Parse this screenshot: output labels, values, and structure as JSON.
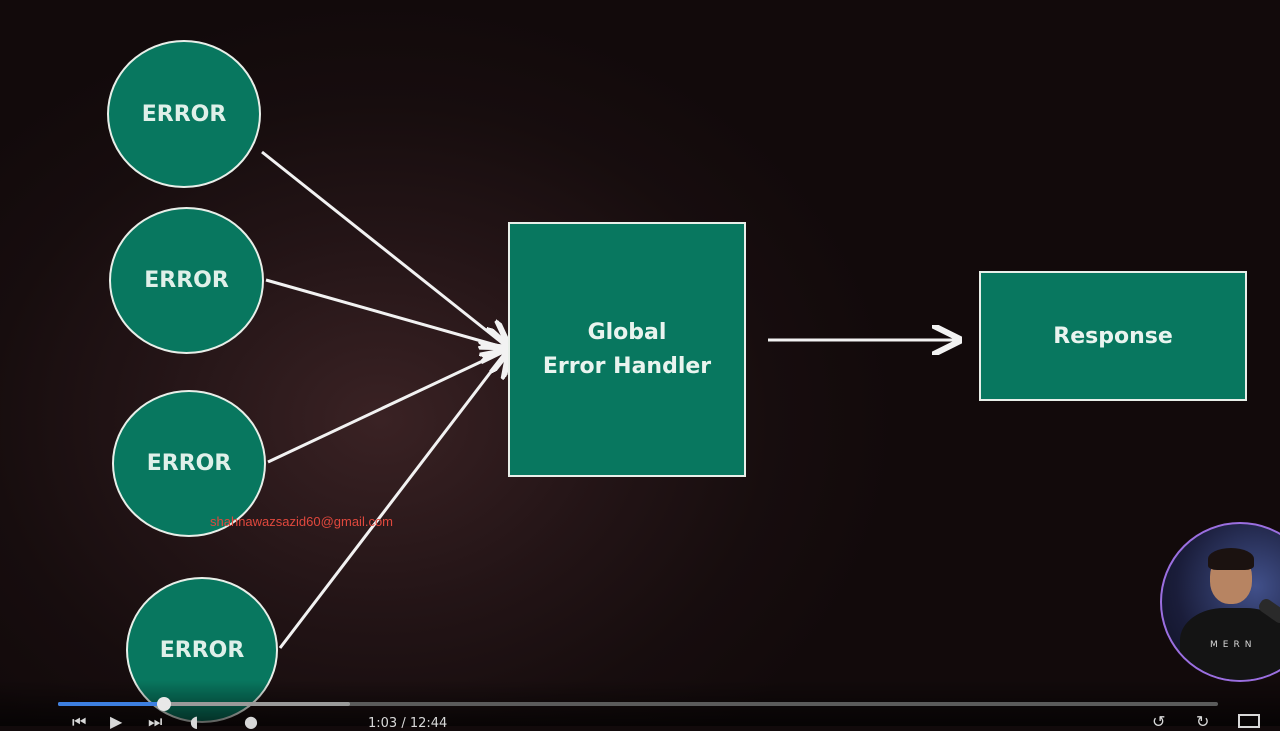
{
  "diagram": {
    "error_nodes": [
      "ERROR",
      "ERROR",
      "ERROR",
      "ERROR"
    ],
    "handler_label": [
      "Global",
      "Error Handler"
    ],
    "response_label": "Response",
    "colors": {
      "node_fill": "#08775f",
      "outline": "#e8efe9",
      "arrow": "#f2f2f2"
    }
  },
  "overlay": {
    "watermark_email": "shahnawazsazid60@gmail.com",
    "shirt_text": "MERN"
  },
  "player": {
    "time_display": "1:03 / 12:44",
    "progress_fraction": 0.082,
    "buffered_fraction": 0.25,
    "icons": [
      "prev-icon",
      "play-icon",
      "next-icon",
      "volume-icon",
      "rewind-10-icon",
      "forward-10-icon",
      "fullscreen-icon"
    ]
  }
}
